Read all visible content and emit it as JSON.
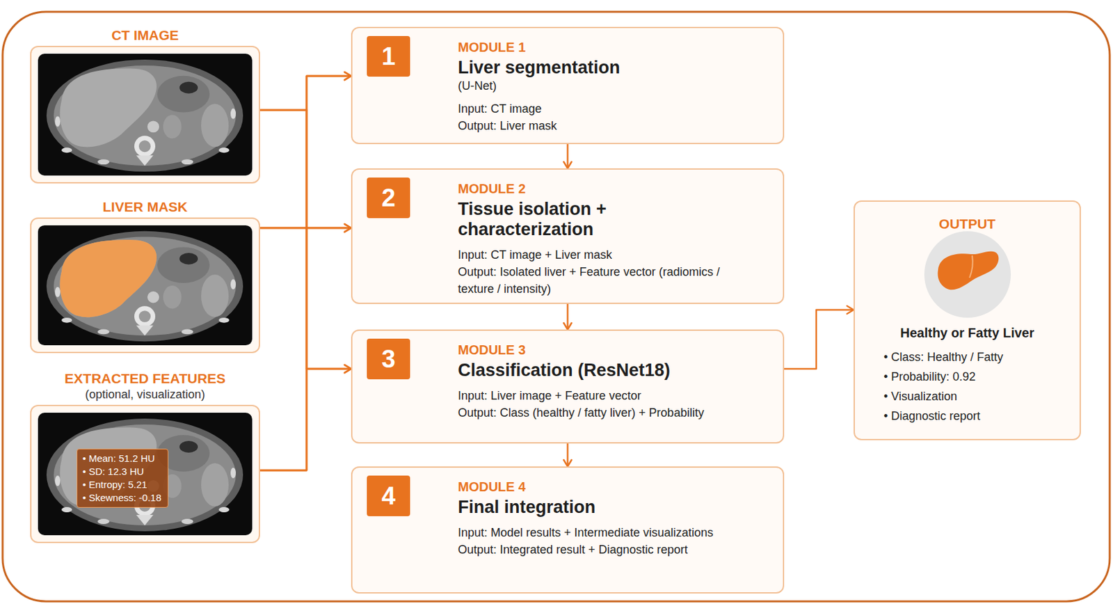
{
  "diagram": {
    "nodes": [
      {
        "text": [
          "CT IMAGE"
        ]
      },
      {
        "text": [
          "LIVER MASK"
        ]
      },
      {
        "text": [
          "EXTRACTED FEATURES",
          "(optional, visualization)"
        ]
      },
      {
        "text": [
          "• Mean: 51.2 HU",
          "• SD: 12.3 HU",
          "• Entropy: 5.21",
          "• Skewness: -0.18"
        ],
        "in": 2
      },
      {
        "text": [
          "MODULE 1",
          "Liver segmentation",
          "(U-Net)",
          "Input: CT image",
          "Output: Liver mask"
        ]
      },
      {
        "text": [
          "1"
        ],
        "in": 4
      },
      {
        "text": [
          "MODULE 2",
          "Tissue isolation + characterization",
          "Input: CT image + Liver mask",
          "Output: Isolated liver + Feature vector (radiomics / texture / intensity)"
        ]
      },
      {
        "text": [
          "2"
        ],
        "in": 6
      },
      {
        "text": [
          "MODULE 3",
          "Classification (ResNet18)",
          "Input: Liver image + Feature vector",
          "Output: Class (healthy / fatty liver) + Probability"
        ]
      },
      {
        "text": [
          "3"
        ],
        "in": 8
      },
      {
        "text": [
          "MODULE 4",
          "Final integration",
          "Input: Model results + Intermediate visualizations",
          "Output: Integrated result + Diagnostic report"
        ]
      },
      {
        "text": [
          "4"
        ],
        "in": 10
      },
      {
        "text": [
          "OUTPUT",
          "Healthy or Fatty Liver",
          "• Class: Healthy / Fatty",
          "• Probability: 0.92",
          "• Visualization",
          "• Diagnostic report"
        ]
      }
    ],
    "edges": [
      {
        "from": 0,
        "to": 4,
        "arrow": "to"
      },
      {
        "from": 0,
        "to": 6,
        "arrow": "to"
      },
      {
        "from": 0,
        "to": 8,
        "arrow": "to"
      },
      {
        "from": 1,
        "to": 4,
        "arrow": "to"
      },
      {
        "from": 1,
        "to": 6,
        "arrow": "to"
      },
      {
        "from": 1,
        "to": 8,
        "arrow": "to"
      },
      {
        "from": 2,
        "to": 4,
        "arrow": "to"
      },
      {
        "from": 2,
        "to": 6,
        "arrow": "to"
      },
      {
        "from": 2,
        "to": 8,
        "arrow": "to"
      },
      {
        "from": 4,
        "to": 6,
        "arrow": "to"
      },
      {
        "from": 6,
        "to": 8,
        "arrow": "to"
      },
      {
        "from": 8,
        "to": 10,
        "arrow": "to"
      },
      {
        "from": 8,
        "to": 12,
        "arrow": "to"
      }
    ]
  }
}
